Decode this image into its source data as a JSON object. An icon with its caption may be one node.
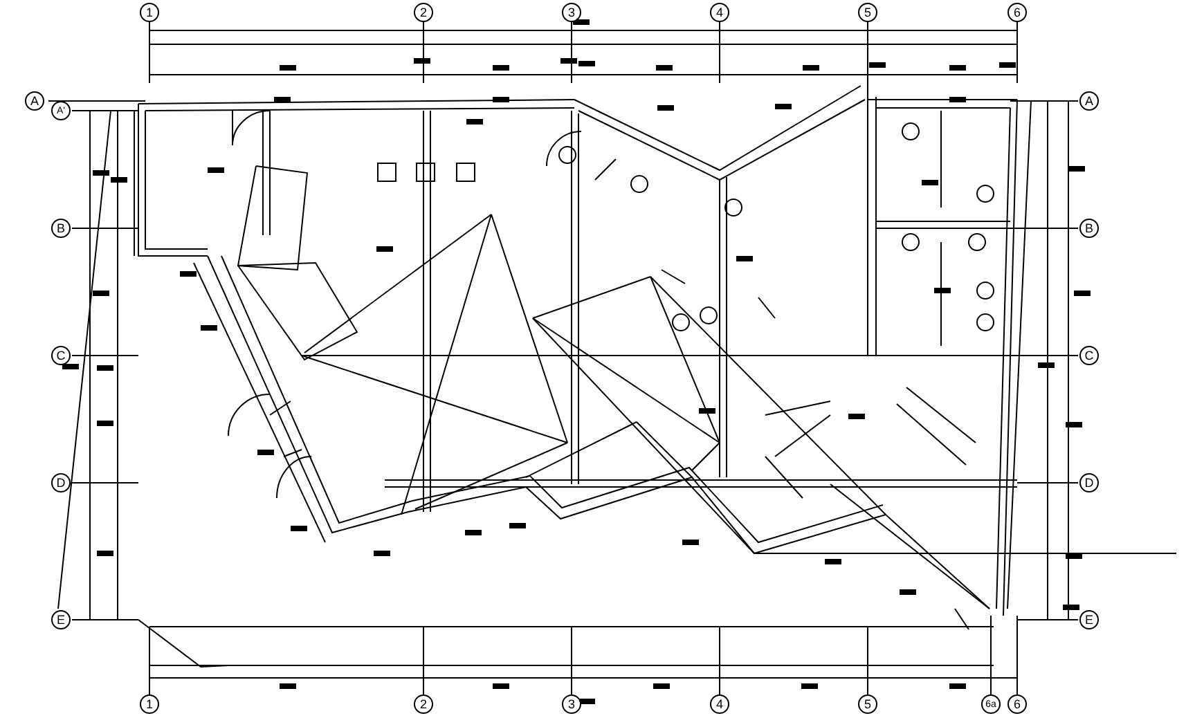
{
  "diagram": {
    "nodes": [
      {
        "text": [
          "1"
        ]
      },
      {
        "text": [
          "2"
        ]
      },
      {
        "text": [
          "3"
        ]
      },
      {
        "text": [
          "4"
        ]
      },
      {
        "text": [
          "5"
        ]
      },
      {
        "text": [
          "6"
        ]
      },
      {
        "text": [
          "A"
        ]
      },
      {
        "text": [
          "A"
        ]
      },
      {
        "text": [
          "A'"
        ]
      },
      {
        "text": [
          "B"
        ]
      },
      {
        "text": [
          "B"
        ]
      },
      {
        "text": [
          "C"
        ]
      },
      {
        "text": [
          "C"
        ]
      },
      {
        "text": [
          "D"
        ]
      },
      {
        "text": [
          "D"
        ]
      },
      {
        "text": [
          "E"
        ]
      },
      {
        "text": [
          "E"
        ]
      },
      {
        "text": [
          "1"
        ]
      },
      {
        "text": [
          "2"
        ]
      },
      {
        "text": [
          "3"
        ]
      },
      {
        "text": [
          "4"
        ]
      },
      {
        "text": [
          "5"
        ]
      },
      {
        "text": [
          "6a"
        ]
      },
      {
        "text": [
          "6"
        ]
      }
    ]
  }
}
